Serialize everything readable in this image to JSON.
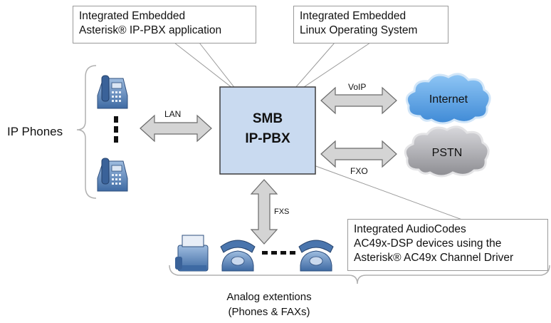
{
  "callouts": {
    "asterisk_app": [
      "Integrated Embedded",
      "Asterisk® IP-PBX application"
    ],
    "linux_os": [
      "Integrated Embedded",
      "Linux Operating System"
    ],
    "audiocodes": [
      "Integrated AudioCodes",
      "AC49x-DSP devices using the",
      "Asterisk® AC49x Channel Driver"
    ]
  },
  "pbx": {
    "line1": "SMB",
    "line2": "IP-PBX"
  },
  "ip_phones_label": "IP Phones",
  "links": {
    "lan": "LAN",
    "voip": "VoIP",
    "fxo": "FXO",
    "fxs": "FXS"
  },
  "clouds": {
    "internet": "Internet",
    "pstn": "PSTN"
  },
  "analog_caption": [
    "Analog extentions",
    "(Phones & FAXs)"
  ],
  "colors": {
    "pbx_fill": "#c9daf0",
    "internet_cloud": "#5fa8e6",
    "pstn_cloud": "#a9a9ad",
    "arrow_fill": "#d4d4d4",
    "phone_blue": "#5a84b8"
  },
  "icons": [
    "desk-ip-phone-icon",
    "fax-machine-icon",
    "analog-phone-icon",
    "cloud-icon"
  ]
}
